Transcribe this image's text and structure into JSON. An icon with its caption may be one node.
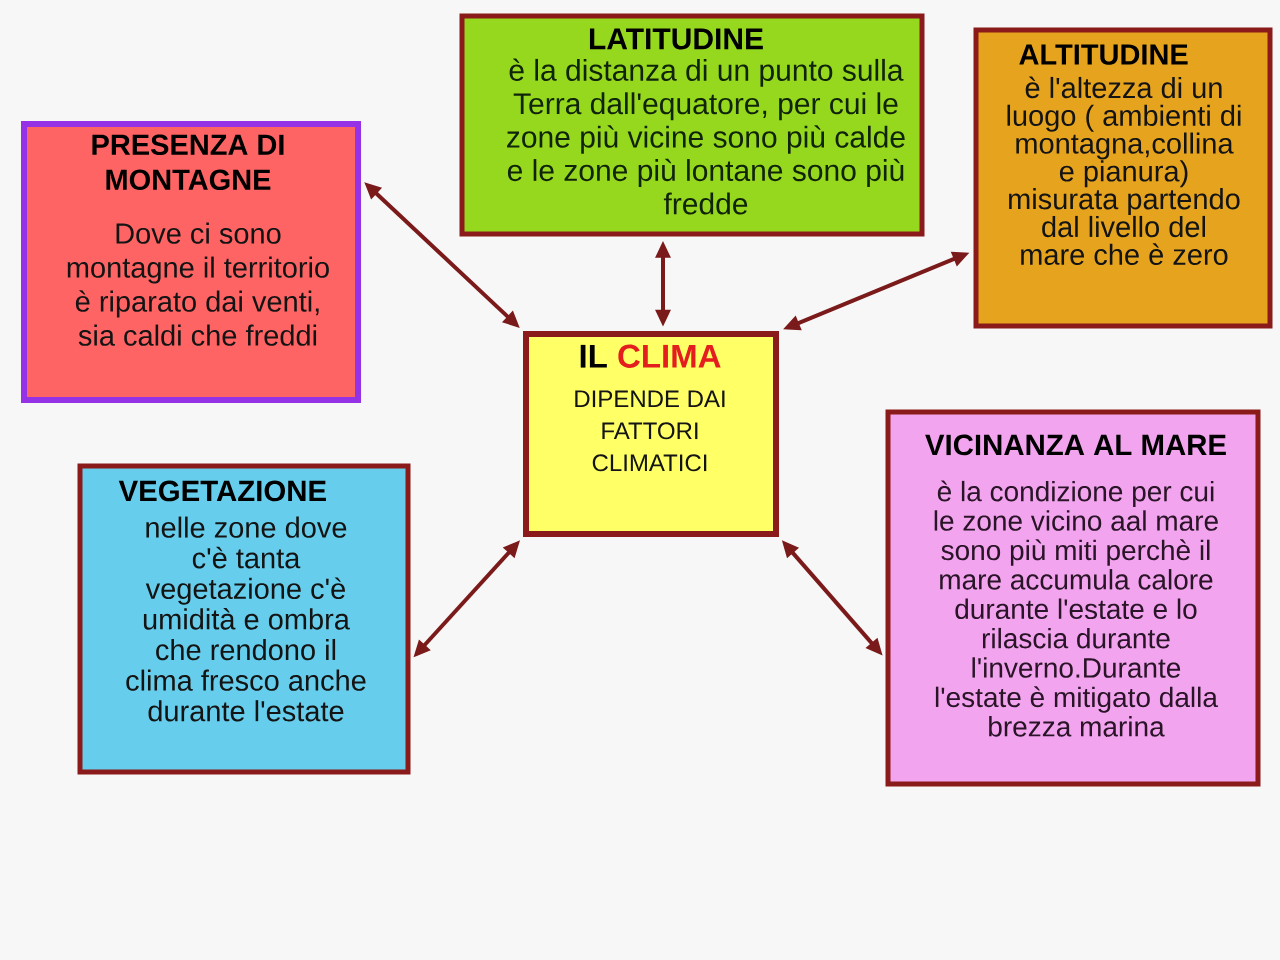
{
  "diagram": {
    "nodes": [
      {
        "text": [
          "PRESENZA DI MONTAGNE",
          "Dove ci sono montagne il territorio è riparato dai venti, sia caldi che freddi"
        ]
      },
      {
        "text": [
          "LATITUDINE",
          "è la distanza di un punto sulla Terra dall'equatore, per cui le zone più vicine sono più calde e le zone più lontane sono più fredde"
        ]
      },
      {
        "text": [
          "ALTITUDINE",
          "è l'altezza di un luogo ( ambienti di montagna,collina e pianura) misurata partendo dal livello del mare che è zero"
        ]
      },
      {
        "text": [
          "IL",
          "CLIMA",
          "DIPENDE DAI FATTORI CLIMATICI"
        ]
      },
      {
        "text": [
          "VEGETAZIONE",
          "nelle zone dove c'è tanta vegetazione c'è umidità e ombra che rendono il clima fresco anche durante l'estate"
        ]
      },
      {
        "text": [
          "VICINANZA AL MARE",
          "è la condizione per cui le zone vicino aal mare sono più miti perchè il mare accumula calore durante l'estate e lo rilascia durante l'inverno.Durante l'estate è mitigato dalla brezza marina"
        ]
      }
    ],
    "edges": [
      {
        "from": 3,
        "to": 0,
        "arrow": "both"
      },
      {
        "from": 3,
        "to": 1,
        "arrow": "both"
      },
      {
        "from": 3,
        "to": 2,
        "arrow": "both"
      },
      {
        "from": 3,
        "to": 4,
        "arrow": "both"
      },
      {
        "from": 3,
        "to": 5,
        "arrow": "both"
      }
    ]
  }
}
